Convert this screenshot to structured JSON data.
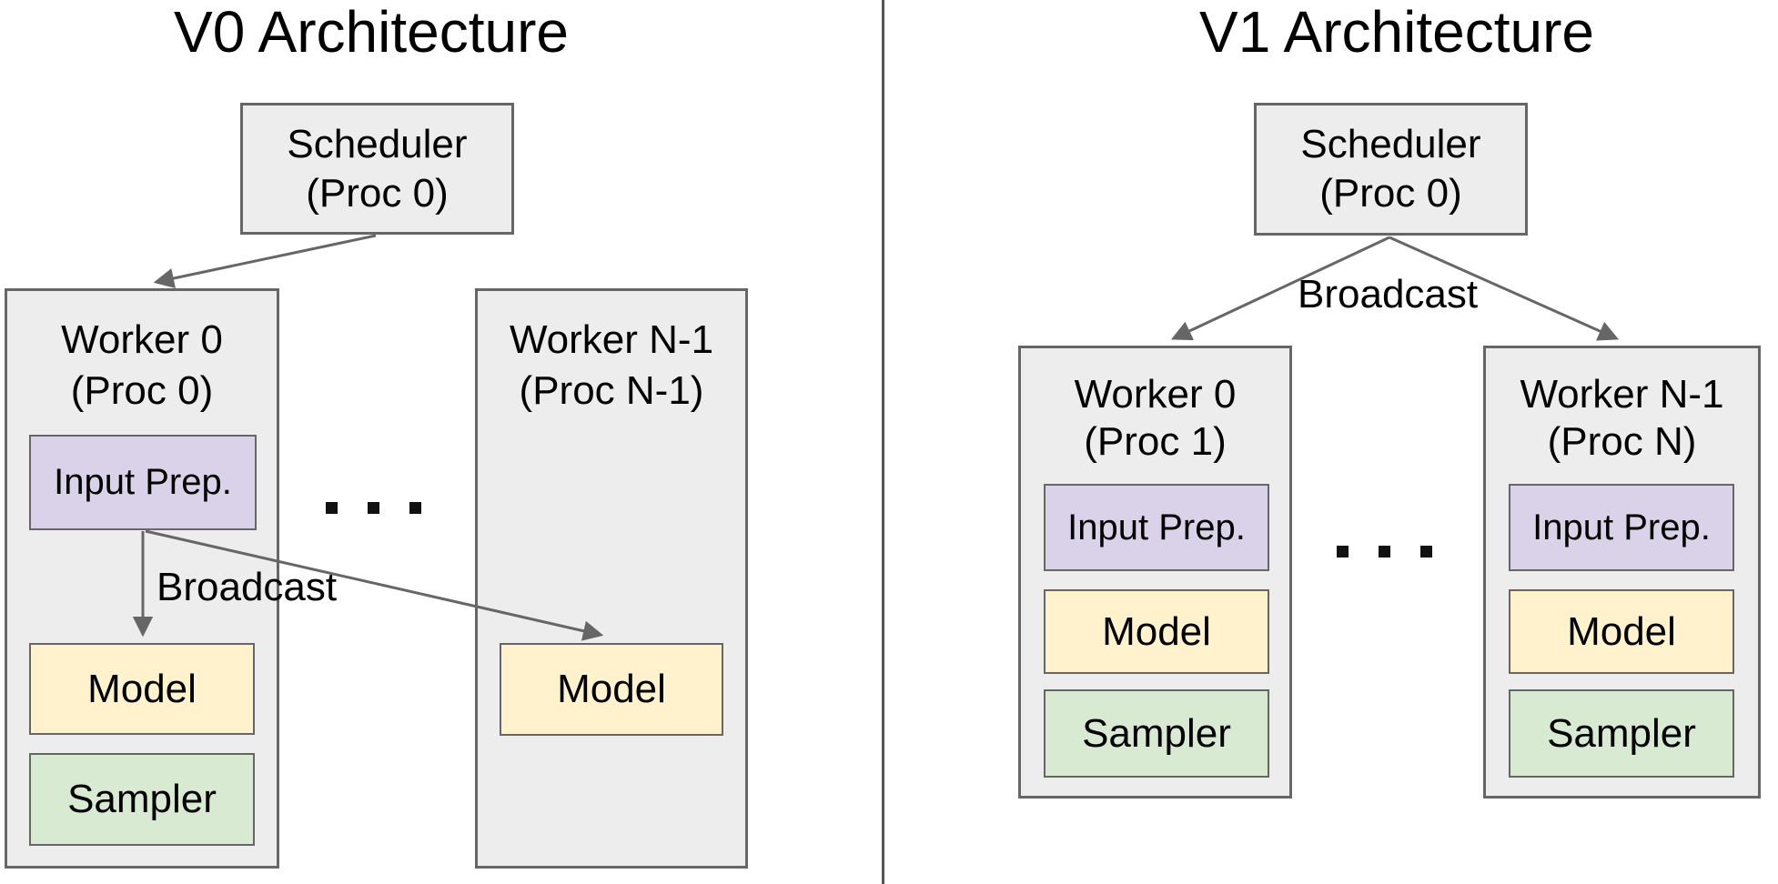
{
  "colors": {
    "box_fill": "#ededed",
    "box_border": "#666666",
    "input_prep_fill": "#d9d2e9",
    "model_fill": "#fff2cc",
    "sampler_fill": "#d9ead3",
    "arrow": "#666666",
    "divider": "#555555",
    "text": "#000000"
  },
  "v0": {
    "title": "V0 Architecture",
    "scheduler": {
      "name": "Scheduler",
      "proc": "(Proc 0)"
    },
    "broadcast_label": "Broadcast",
    "ellipsis": ". . .",
    "worker0": {
      "name": "Worker 0",
      "proc": "(Proc 0)",
      "modules": {
        "input_prep": "Input Prep.",
        "model": "Model",
        "sampler": "Sampler"
      }
    },
    "worker_n": {
      "name": "Worker N-1",
      "proc": "(Proc N-1)",
      "modules": {
        "model": "Model"
      }
    }
  },
  "v1": {
    "title": "V1 Architecture",
    "scheduler": {
      "name": "Scheduler",
      "proc": "(Proc 0)"
    },
    "broadcast_label": "Broadcast",
    "ellipsis": ". . .",
    "worker0": {
      "name": "Worker 0",
      "proc": "(Proc 1)",
      "modules": {
        "input_prep": "Input Prep.",
        "model": "Model",
        "sampler": "Sampler"
      }
    },
    "worker_n": {
      "name": "Worker N-1",
      "proc": "(Proc N)",
      "modules": {
        "input_prep": "Input Prep.",
        "model": "Model",
        "sampler": "Sampler"
      }
    }
  }
}
